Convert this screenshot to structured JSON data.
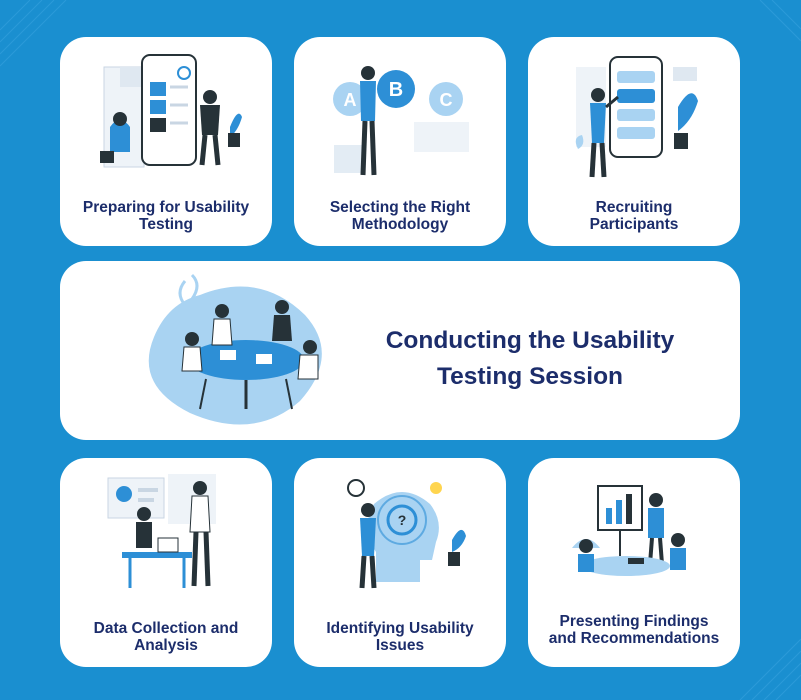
{
  "cards": [
    {
      "lines": [
        "Preparing for Usability",
        "Testing"
      ]
    },
    {
      "lines": [
        "Selecting the Right",
        "Methodology"
      ],
      "letters": [
        "A",
        "B",
        "C"
      ]
    },
    {
      "lines": [
        "Recruiting",
        "Participants"
      ]
    },
    {
      "lines": [
        "Data Collection and",
        "Analysis"
      ]
    },
    {
      "lines": [
        "Identifying Usability",
        "Issues"
      ]
    },
    {
      "lines": [
        "Presenting Findings",
        "and Recommendations"
      ]
    }
  ],
  "center_card": {
    "lines": [
      "Conducting the Usability",
      "Testing Session"
    ]
  },
  "colors": {
    "background": "#1a8fd0",
    "card": "#ffffff",
    "title_text": "#1c2d6b",
    "accent_blue": "#2d8fd6",
    "light_blue": "#a9d3f2",
    "dark_navy": "#263238"
  },
  "icons": [
    "phone-testing-illustration",
    "abc-methodology-illustration",
    "recruiting-phone-illustration",
    "meeting-table-illustration",
    "data-analysis-illustration",
    "head-maze-question-illustration",
    "presentation-board-illustration"
  ]
}
